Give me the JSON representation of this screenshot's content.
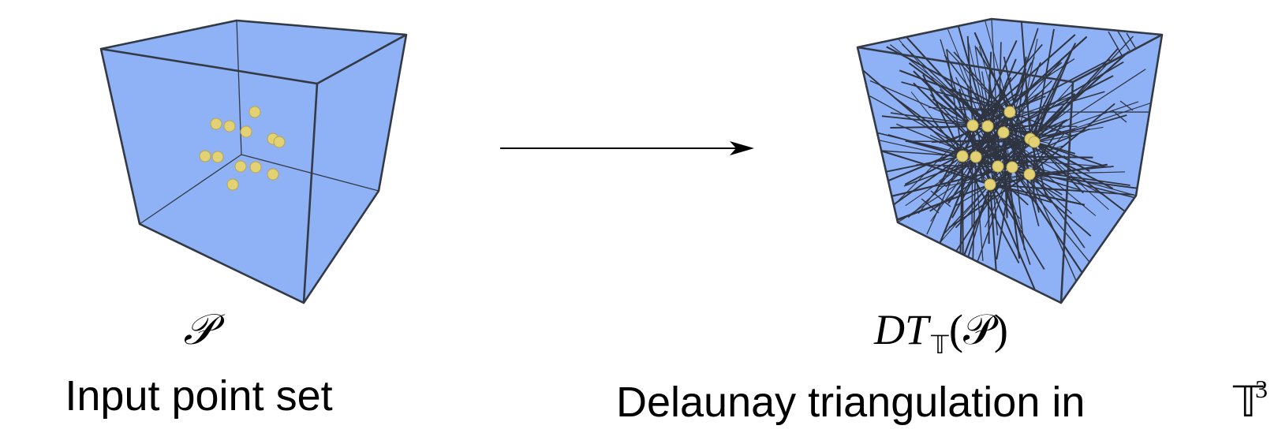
{
  "colors": {
    "cube_face": "#8fb2f7",
    "cube_edge": "#333a45",
    "point_fill": "#e3d175",
    "point_stroke": "#b8a44a",
    "arrow": "#000000",
    "spike": "#2f3440"
  },
  "left_panel": {
    "symbol": "𝒫",
    "caption": "Input point set"
  },
  "right_panel": {
    "symbol_dt": "DT",
    "symbol_sub": "𝕋",
    "symbol_arg": "(𝒫)",
    "caption_text": "Delaunay triangulation in ",
    "caption_math": "𝕋",
    "caption_sup": "3"
  }
}
